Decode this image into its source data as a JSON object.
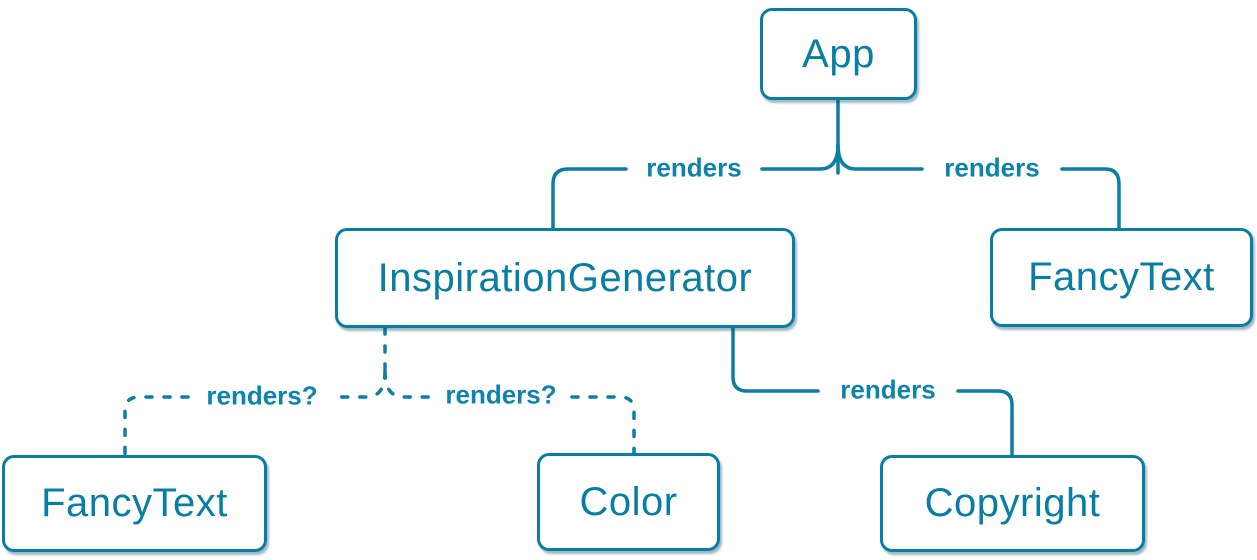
{
  "colors": {
    "accent": "#087ea4",
    "edge": "#0b7ea6",
    "label": "#0d84ae",
    "node_bg": "#ffffff",
    "canvas_bg": "#ffffff"
  },
  "nodes": [
    {
      "id": "app",
      "label": "App"
    },
    {
      "id": "inspiration-generator",
      "label": "InspirationGenerator"
    },
    {
      "id": "fancy-text-top",
      "label": "FancyText"
    },
    {
      "id": "fancy-text-bottom",
      "label": "FancyText"
    },
    {
      "id": "color",
      "label": "Color"
    },
    {
      "id": "copyright",
      "label": "Copyright"
    }
  ],
  "edges": [
    {
      "from": "App",
      "to": "InspirationGenerator",
      "label": "renders",
      "style": "solid"
    },
    {
      "from": "App",
      "to": "FancyText",
      "label": "renders",
      "style": "solid"
    },
    {
      "from": "InspirationGenerator",
      "to": "FancyText",
      "label": "renders?",
      "style": "dashed"
    },
    {
      "from": "InspirationGenerator",
      "to": "Color",
      "label": "renders?",
      "style": "dashed"
    },
    {
      "from": "InspirationGenerator",
      "to": "Copyright",
      "label": "renders",
      "style": "solid"
    }
  ]
}
